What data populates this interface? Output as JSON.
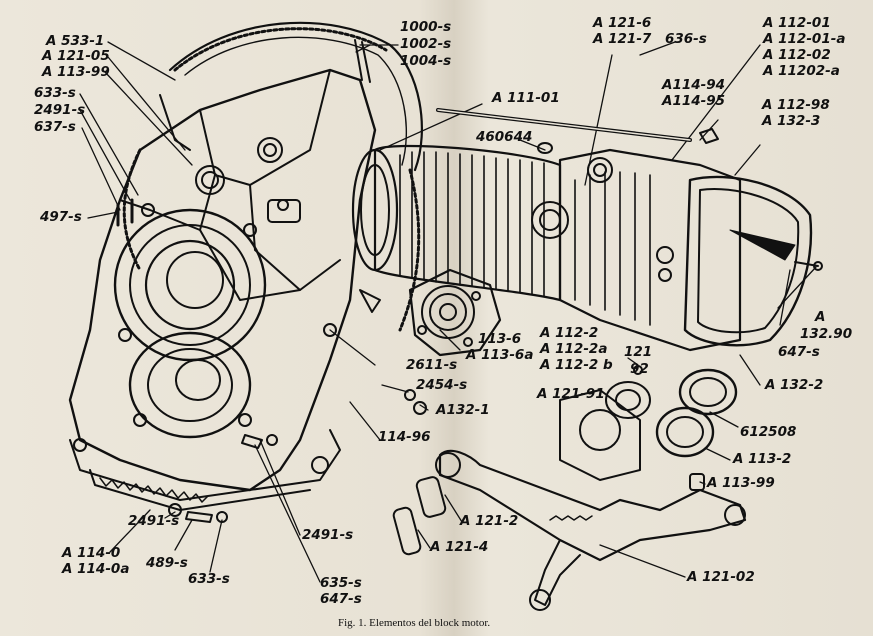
{
  "labels": {
    "l1": "A 533-1",
    "l2": "A 121-05",
    "l3": "A 113-99",
    "l4": "633-s",
    "l5": "2491-s",
    "l6": "637-s",
    "l7": "497-s",
    "l8": "1000-s",
    "l9": "1002-s",
    "l10": "1004-s",
    "l11": "A 121-6",
    "l12": "A 121-7",
    "l13": "636-s",
    "l14": "A 112-01",
    "l15": "A 112-01-a",
    "l16": "A 112-02",
    "l17": "A 11202-a",
    "l18": "A114-94",
    "l19": "A114-95",
    "l20": "A 111-01",
    "l21": "460644",
    "l22": "A 112-98",
    "l23": "A 132-3",
    "l24": "A",
    "l25": "132.90",
    "l26": "647-s",
    "l27": "A 132-2",
    "l28": "113-6",
    "l29": "A 113-6a",
    "l30": "A 112-2",
    "l31": "A 112-2a",
    "l32": "A 112-2 b",
    "l33": "121",
    "l34": "92",
    "l35": "A 121-91",
    "l36": "2611-s",
    "l37": "2454-s",
    "l38": "A132-1",
    "l39": "612508",
    "l40": "A 113-2",
    "l41": "A 113-99",
    "l42": "114-96",
    "l43": "A 121-2",
    "l44": "A 121-4",
    "l45": "2491-s",
    "l46": "489-s",
    "l47": "633-s",
    "l48": "2491-s",
    "l49": "A 114-0",
    "l50": "A 114-0a",
    "l51": "635-s",
    "l52": "647-s",
    "l53": "A 121-02"
  },
  "caption": "Fig. 1.  Elementos del block motor."
}
